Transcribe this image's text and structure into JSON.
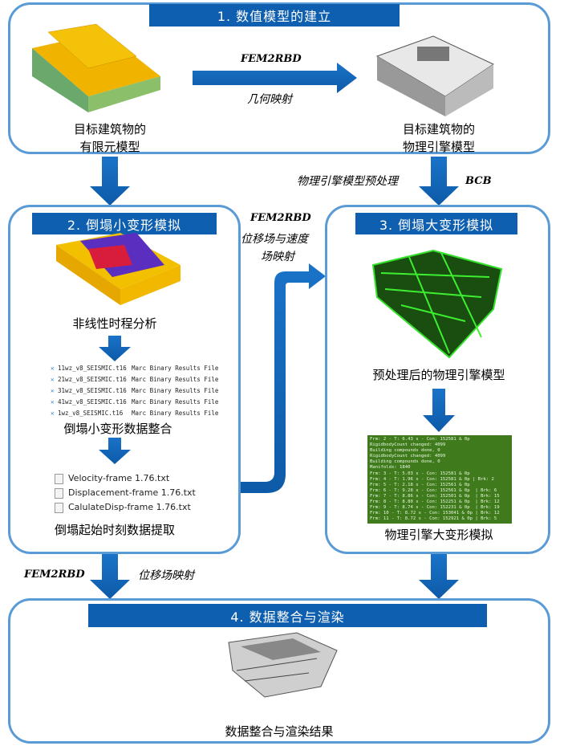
{
  "colors": {
    "accent": "#0f5fb0",
    "border": "#5b9bd5",
    "console_bg": "#3f7b1c"
  },
  "section1": {
    "title": "1.  数值模型的建立",
    "left_caption": [
      "目标建筑物的",
      "有限元模型"
    ],
    "right_caption": [
      "目标建筑物的",
      "物理引擎模型"
    ],
    "arrow_top": "FEM2RBD",
    "arrow_bottom": "几何映射"
  },
  "between_1_3": {
    "label": "物理引擎模型预处理",
    "tag": "BCB"
  },
  "section2": {
    "title": "2.   倒塌小变形模拟",
    "step1": "非线性时程分析",
    "step2": "倒塌小变形数据整合",
    "step3": "倒塌起始时刻数据提取",
    "files": [
      {
        "name": "11wz_v8_SEISMIC.t16",
        "type": "Marc Binary Results File"
      },
      {
        "name": "21wz_v8_SEISMIC.t16",
        "type": "Marc Binary Results File"
      },
      {
        "name": "31wz_v8_SEISMIC.t16",
        "type": "Marc Binary Results File"
      },
      {
        "name": "41wz_v8_SEISMIC.t16",
        "type": "Marc Binary Results File"
      },
      {
        "name": "1wz_v8_SEISMIC.t16",
        "type": "Marc Binary Results File"
      }
    ],
    "txt_files": [
      "Velocity-frame 1.76.txt",
      "Displacement-frame 1.76.txt",
      "CalulateDisp-frame 1.76.txt"
    ]
  },
  "connector": {
    "top": "FEM2RBD",
    "line1": "位移场与速度",
    "line2": "场映射"
  },
  "section3": {
    "title": "3.   倒塌大变形模拟",
    "step1": "预处理后的物理引擎模型",
    "step2": "物理引擎大变形模拟",
    "console": "Frm: 2 - T: 6.43 s - Con: 152581 & 0p\nRigidbodyCount changed: 4099\nBuilding compounds done, 0\nRigidbodyCount changed: 4099\nBuilding compounds done, 0\nManifolds: 1840\nFrm: 3 - T: 5.03 s - Con: 152581 & 0p\nFrm: 4 - T: 1.96 s - Con: 152581 & 0p | Brk: 2\nFrm: 5 - T: 2.18 s - Con: 152561 & 0p\nFrm: 6 - T: 9.28 s - Con: 152561 & 0p  | Brk: 6\nFrm: 7 - T: 8.86 s - Con: 152501 & 0p  | Brk: 15\nFrm: 8 - T: 8.80 s - Con: 152251 & 0p  | Brk: 12\nFrm: 9 - T: 8.74 s - Con: 152231 & 0p  | Brk: 19\nFrm: 10 - T: 8.72 s - Con: 153041 & 0p | Brk: 12\nFrm: 11 - T: 8.72 s - Con: 152921 & 0p | Brk: 5"
  },
  "between_2_4": {
    "tag": "FEM2RBD",
    "label": "位移场映射"
  },
  "section4": {
    "title": "4.  数据整合与渲染",
    "caption": "数据整合与渲染结果"
  }
}
